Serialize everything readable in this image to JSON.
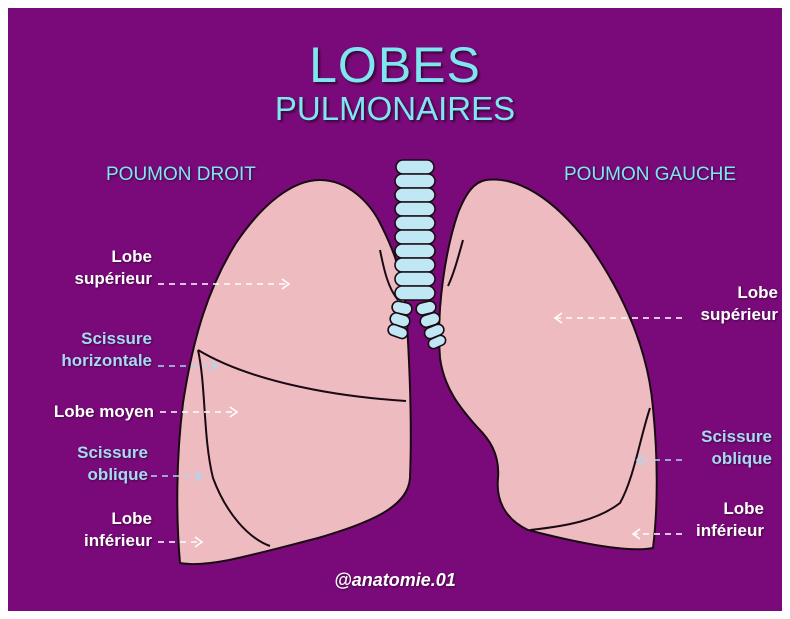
{
  "title": {
    "line1": "LOBES",
    "line2": "PULMONAIRES"
  },
  "lungs": {
    "right_title": "POUMON DROIT",
    "left_title": "POUMON GAUCHE"
  },
  "labels_right_lung": {
    "lobe_superieur": [
      "Lobe",
      "supérieur"
    ],
    "scissure_horizontale": [
      "Scissure",
      "horizontale"
    ],
    "lobe_moyen": "Lobe moyen",
    "scissure_oblique": [
      "Scissure",
      "oblique"
    ],
    "lobe_inferieur": [
      "Lobe",
      "inférieur"
    ]
  },
  "labels_left_lung": {
    "lobe_superieur": [
      "Lobe",
      "supérieur"
    ],
    "scissure_oblique": [
      "Scissure",
      "oblique"
    ],
    "lobe_inferieur": [
      "Lobe",
      "inférieur"
    ]
  },
  "credit": "@anatomie.01",
  "colors": {
    "background": "#7a0a7a",
    "lung_fill": "#eebcc0",
    "trachea_fill": "#bfe8f4",
    "title_color": "#7fe6f0",
    "scissure_label_color": "#a9d8f2"
  }
}
